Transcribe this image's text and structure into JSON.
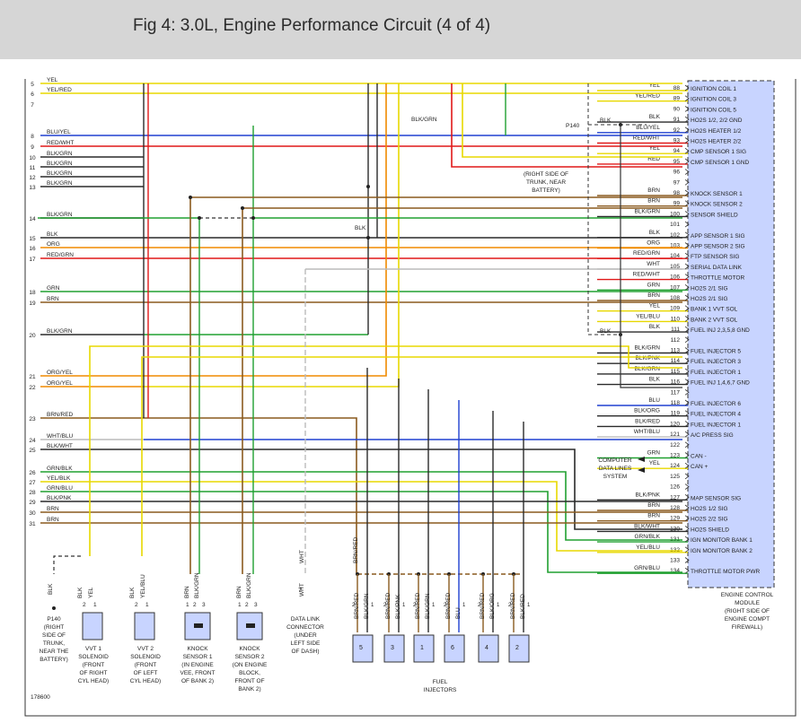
{
  "header": {
    "title": "Fig 4: 3.0L, Engine Performance Circuit (4 of 4)"
  },
  "colors": {
    "YEL": "#e8d800",
    "BLU": "#2040d0",
    "RED": "#e01818",
    "BLK": "#2a2a2a",
    "GRN": "#20a030",
    "ORG": "#f08a00",
    "BRN": "#8a5a1e",
    "WHT": "#bbbbbb",
    "PNK": "#ff7ab0",
    "ECM_FILL": "#c8d4ff",
    "LEFT_MARK": "#2b2b2b"
  },
  "left_wires": [
    {
      "n": "5",
      "label": "YEL",
      "c": [
        "YEL"
      ]
    },
    {
      "n": "6",
      "label": "YEL/RED",
      "c": [
        "YEL",
        "RED"
      ]
    },
    {
      "n": "7",
      "label": "",
      "c": []
    },
    {
      "n": "8",
      "label": "BLU/YEL",
      "c": [
        "BLU",
        "YEL"
      ]
    },
    {
      "n": "9",
      "label": "RED/WHT",
      "c": [
        "RED",
        "WHT"
      ]
    },
    {
      "n": "10",
      "label": "BLK/GRN",
      "c": [
        "BLK",
        "GRN"
      ]
    },
    {
      "n": "11",
      "label": "BLK/GRN",
      "c": [
        "BLK",
        "GRN"
      ]
    },
    {
      "n": "12",
      "label": "BLK/GRN",
      "c": [
        "BLK",
        "GRN"
      ]
    },
    {
      "n": "13",
      "label": "BLK/GRN",
      "c": [
        "BLK",
        "GRN"
      ]
    },
    {
      "n": "14",
      "label": "BLK/GRN",
      "c": [
        "BLK",
        "GRN"
      ]
    },
    {
      "n": "15",
      "label": "BLK",
      "c": [
        "BLK"
      ]
    },
    {
      "n": "16",
      "label": "ORG",
      "c": [
        "ORG"
      ]
    },
    {
      "n": "17",
      "label": "RED/GRN",
      "c": [
        "RED",
        "GRN"
      ]
    },
    {
      "n": "18",
      "label": "GRN",
      "c": [
        "GRN"
      ]
    },
    {
      "n": "19",
      "label": "BRN",
      "c": [
        "BRN"
      ]
    },
    {
      "n": "20",
      "label": "BLK/GRN",
      "c": [
        "BLK",
        "GRN"
      ]
    },
    {
      "n": "21",
      "label": "ORG/YEL",
      "c": [
        "ORG",
        "YEL"
      ]
    },
    {
      "n": "22",
      "label": "ORG/YEL",
      "c": [
        "ORG",
        "YEL"
      ]
    },
    {
      "n": "23",
      "label": "BRN/RED",
      "c": [
        "BRN",
        "RED"
      ]
    },
    {
      "n": "24",
      "label": "WHT/BLU",
      "c": [
        "WHT",
        "BLU"
      ]
    },
    {
      "n": "25",
      "label": "BLK/WHT",
      "c": [
        "BLK",
        "WHT"
      ]
    },
    {
      "n": "26",
      "label": "GRN/BLK",
      "c": [
        "GRN",
        "BLK"
      ]
    },
    {
      "n": "27",
      "label": "YEL/BLK",
      "c": [
        "YEL",
        "BLK"
      ]
    },
    {
      "n": "28",
      "label": "GRN/BLU",
      "c": [
        "GRN",
        "BLU"
      ]
    },
    {
      "n": "29",
      "label": "BLK/PNK",
      "c": [
        "BLK",
        "PNK"
      ]
    },
    {
      "n": "30",
      "label": "BRN",
      "c": [
        "BRN"
      ]
    },
    {
      "n": "31",
      "label": "BRN",
      "c": [
        "BRN"
      ]
    }
  ],
  "ecm_pins": [
    {
      "n": "88",
      "wire": "YEL",
      "name": "IGNITION COIL 1"
    },
    {
      "n": "89",
      "wire": "YEL/RED",
      "name": "IGNITION COIL 3"
    },
    {
      "n": "90",
      "wire": "",
      "name": "IGNITION COIL 5"
    },
    {
      "n": "91",
      "wire": "BLK",
      "name": "HO2S 1/2, 2/2 GND"
    },
    {
      "n": "92",
      "wire": "BLU/YEL",
      "name": "HO2S HEATER 1/2"
    },
    {
      "n": "93",
      "wire": "RED/WHT",
      "name": "HO2S HEATER 2/2"
    },
    {
      "n": "94",
      "wire": "YEL",
      "name": "CMP SENSOR 1 SIG"
    },
    {
      "n": "95",
      "wire": "RED",
      "name": "CMP SENSOR 1 GND"
    },
    {
      "n": "96",
      "wire": "",
      "name": ""
    },
    {
      "n": "97",
      "wire": "",
      "name": ""
    },
    {
      "n": "98",
      "wire": "BRN",
      "name": "KNOCK SENSOR 1"
    },
    {
      "n": "99",
      "wire": "BRN",
      "name": "KNOCK SENSOR 2"
    },
    {
      "n": "100",
      "wire": "BLK/GRN",
      "name": "SENSOR SHIELD"
    },
    {
      "n": "101",
      "wire": "",
      "name": ""
    },
    {
      "n": "102",
      "wire": "BLK",
      "name": "APP SENSOR 1 SIG"
    },
    {
      "n": "103",
      "wire": "ORG",
      "name": "APP SENSOR 2 SIG"
    },
    {
      "n": "104",
      "wire": "RED/GRN",
      "name": "FTP SENSOR SIG"
    },
    {
      "n": "105",
      "wire": "WHT",
      "name": "SERIAL DATA LINK"
    },
    {
      "n": "106",
      "wire": "RED/WHT",
      "name": "THROTTLE MOTOR"
    },
    {
      "n": "107",
      "wire": "GRN",
      "name": "HO2S 2/1 SIG"
    },
    {
      "n": "108",
      "wire": "BRN",
      "name": "HO2S 2/1 SIG"
    },
    {
      "n": "109",
      "wire": "YEL",
      "name": "BANK 1 VVT SOL"
    },
    {
      "n": "110",
      "wire": "YEL/BLU",
      "name": "BANK 2 VVT SOL"
    },
    {
      "n": "111",
      "wire": "BLK",
      "name": "FUEL INJ 2,3,5,8 GND"
    },
    {
      "n": "112",
      "wire": "",
      "name": ""
    },
    {
      "n": "113",
      "wire": "BLK/GRN",
      "name": "FUEL INJECTOR 5"
    },
    {
      "n": "114",
      "wire": "BLK/PNK",
      "name": "FUEL INJECTOR 3"
    },
    {
      "n": "115",
      "wire": "BLK/GRN",
      "name": "FUEL INJECTOR 1"
    },
    {
      "n": "116",
      "wire": "BLK",
      "name": "FUEL INJ 1,4,6,7 GND"
    },
    {
      "n": "117",
      "wire": "",
      "name": ""
    },
    {
      "n": "118",
      "wire": "BLU",
      "name": "FUEL INJECTOR 6"
    },
    {
      "n": "119",
      "wire": "BLK/ORG",
      "name": "FUEL INJECTOR 4"
    },
    {
      "n": "120",
      "wire": "BLK/RED",
      "name": "FUEL INJECTOR 1"
    },
    {
      "n": "121",
      "wire": "WHT/BLU",
      "name": "A/C PRESS SIG"
    },
    {
      "n": "122",
      "wire": "",
      "name": ""
    },
    {
      "n": "123",
      "wire": "GRN",
      "name": "CAN -"
    },
    {
      "n": "124",
      "wire": "YEL",
      "name": "CAN +"
    },
    {
      "n": "125",
      "wire": "",
      "name": ""
    },
    {
      "n": "126",
      "wire": "",
      "name": ""
    },
    {
      "n": "127",
      "wire": "BLK/PNK",
      "name": "MAP SENSOR SIG"
    },
    {
      "n": "128",
      "wire": "BRN",
      "name": "HO2S 1/2 SIG"
    },
    {
      "n": "129",
      "wire": "BRN",
      "name": "HO2S 2/2 SIG"
    },
    {
      "n": "130",
      "wire": "BLK/WHT",
      "name": "HO2S SHIELD"
    },
    {
      "n": "131",
      "wire": "GRN/BLK",
      "name": "IGN MONITOR BANK 1"
    },
    {
      "n": "132",
      "wire": "YEL/BLU",
      "name": "IGN MONITOR BANK 2"
    },
    {
      "n": "133",
      "wire": "",
      "name": ""
    },
    {
      "n": "134",
      "wire": "GRN/BLU",
      "name": "THROTTLE MOTOR PWR"
    }
  ],
  "annotations": {
    "p140_top": "P140",
    "blk": "BLK",
    "blk_grn": "BLK/GRN",
    "p140_note": [
      "(RIGHT SIDE OF",
      "TRUNK, NEAR",
      "BATTERY)"
    ],
    "computer_lines": [
      "COMPUTER",
      "DATA LINES",
      "SYSTEM"
    ],
    "ecm_label": [
      "ENGINE CONTROL",
      "MODULE",
      "(RIGHT SIDE OF",
      "ENGINE COMPT",
      "FIREWALL)"
    ],
    "wht": "WHT",
    "brn_red": "BRN/RED",
    "fig_id": "178600",
    "fuel_injectors": [
      "FUEL",
      "INJECTORS"
    ]
  },
  "components": [
    {
      "id": "p140",
      "lines": [
        "P140",
        "(RIGHT",
        "SIDE OF",
        "TRUNK,",
        "NEAR THE",
        "BATTERY)"
      ]
    },
    {
      "id": "vvt1",
      "pins": [
        "2",
        "1"
      ],
      "wires": [
        "BLK",
        "YEL"
      ],
      "lines": [
        "VVT 1",
        "SOLENOID",
        "(FRONT",
        "OF RIGHT",
        "CYL HEAD)"
      ]
    },
    {
      "id": "vvt2",
      "pins": [
        "2",
        "1"
      ],
      "wires": [
        "BLK",
        "YEL/BLU"
      ],
      "lines": [
        "VVT 2",
        "SOLENOID",
        "(FRONT",
        "OF LEFT",
        "CYL HEAD)"
      ]
    },
    {
      "id": "ks1",
      "pins": [
        "1",
        "2",
        "3"
      ],
      "wires": [
        "BRN",
        "BLK/GRN"
      ],
      "lines": [
        "KNOCK",
        "SENSOR 1",
        "(IN ENGINE",
        "VEE, FRONT",
        "OF BANK 2)"
      ]
    },
    {
      "id": "ks2",
      "pins": [
        "1",
        "2",
        "3"
      ],
      "wires": [
        "BRN",
        "BLK/GRN"
      ],
      "lines": [
        "KNOCK",
        "SENSOR 2",
        "(ON ENGINE",
        "BLOCK,",
        "FRONT OF",
        "BANK 2)"
      ]
    },
    {
      "id": "dlc",
      "lines": [
        "DATA LINK",
        "CONNECTOR",
        "(UNDER",
        "LEFT SIDE",
        "OF DASH)"
      ]
    }
  ],
  "injectors": [
    {
      "num": "5",
      "wires": [
        "BRN/RED",
        "BLK/GRN"
      ]
    },
    {
      "num": "3",
      "wires": [
        "BRN/RED",
        "BLK/PNK"
      ]
    },
    {
      "num": "1",
      "wires": [
        "BRN/RED",
        "BLK/GRN"
      ]
    },
    {
      "num": "6",
      "wires": [
        "BRN/RED",
        "BLU"
      ]
    },
    {
      "num": "4",
      "wires": [
        "BRN/RED",
        "BLK/ORG"
      ]
    },
    {
      "num": "2",
      "wires": [
        "BRN/RED",
        "BLK/RED"
      ]
    }
  ]
}
